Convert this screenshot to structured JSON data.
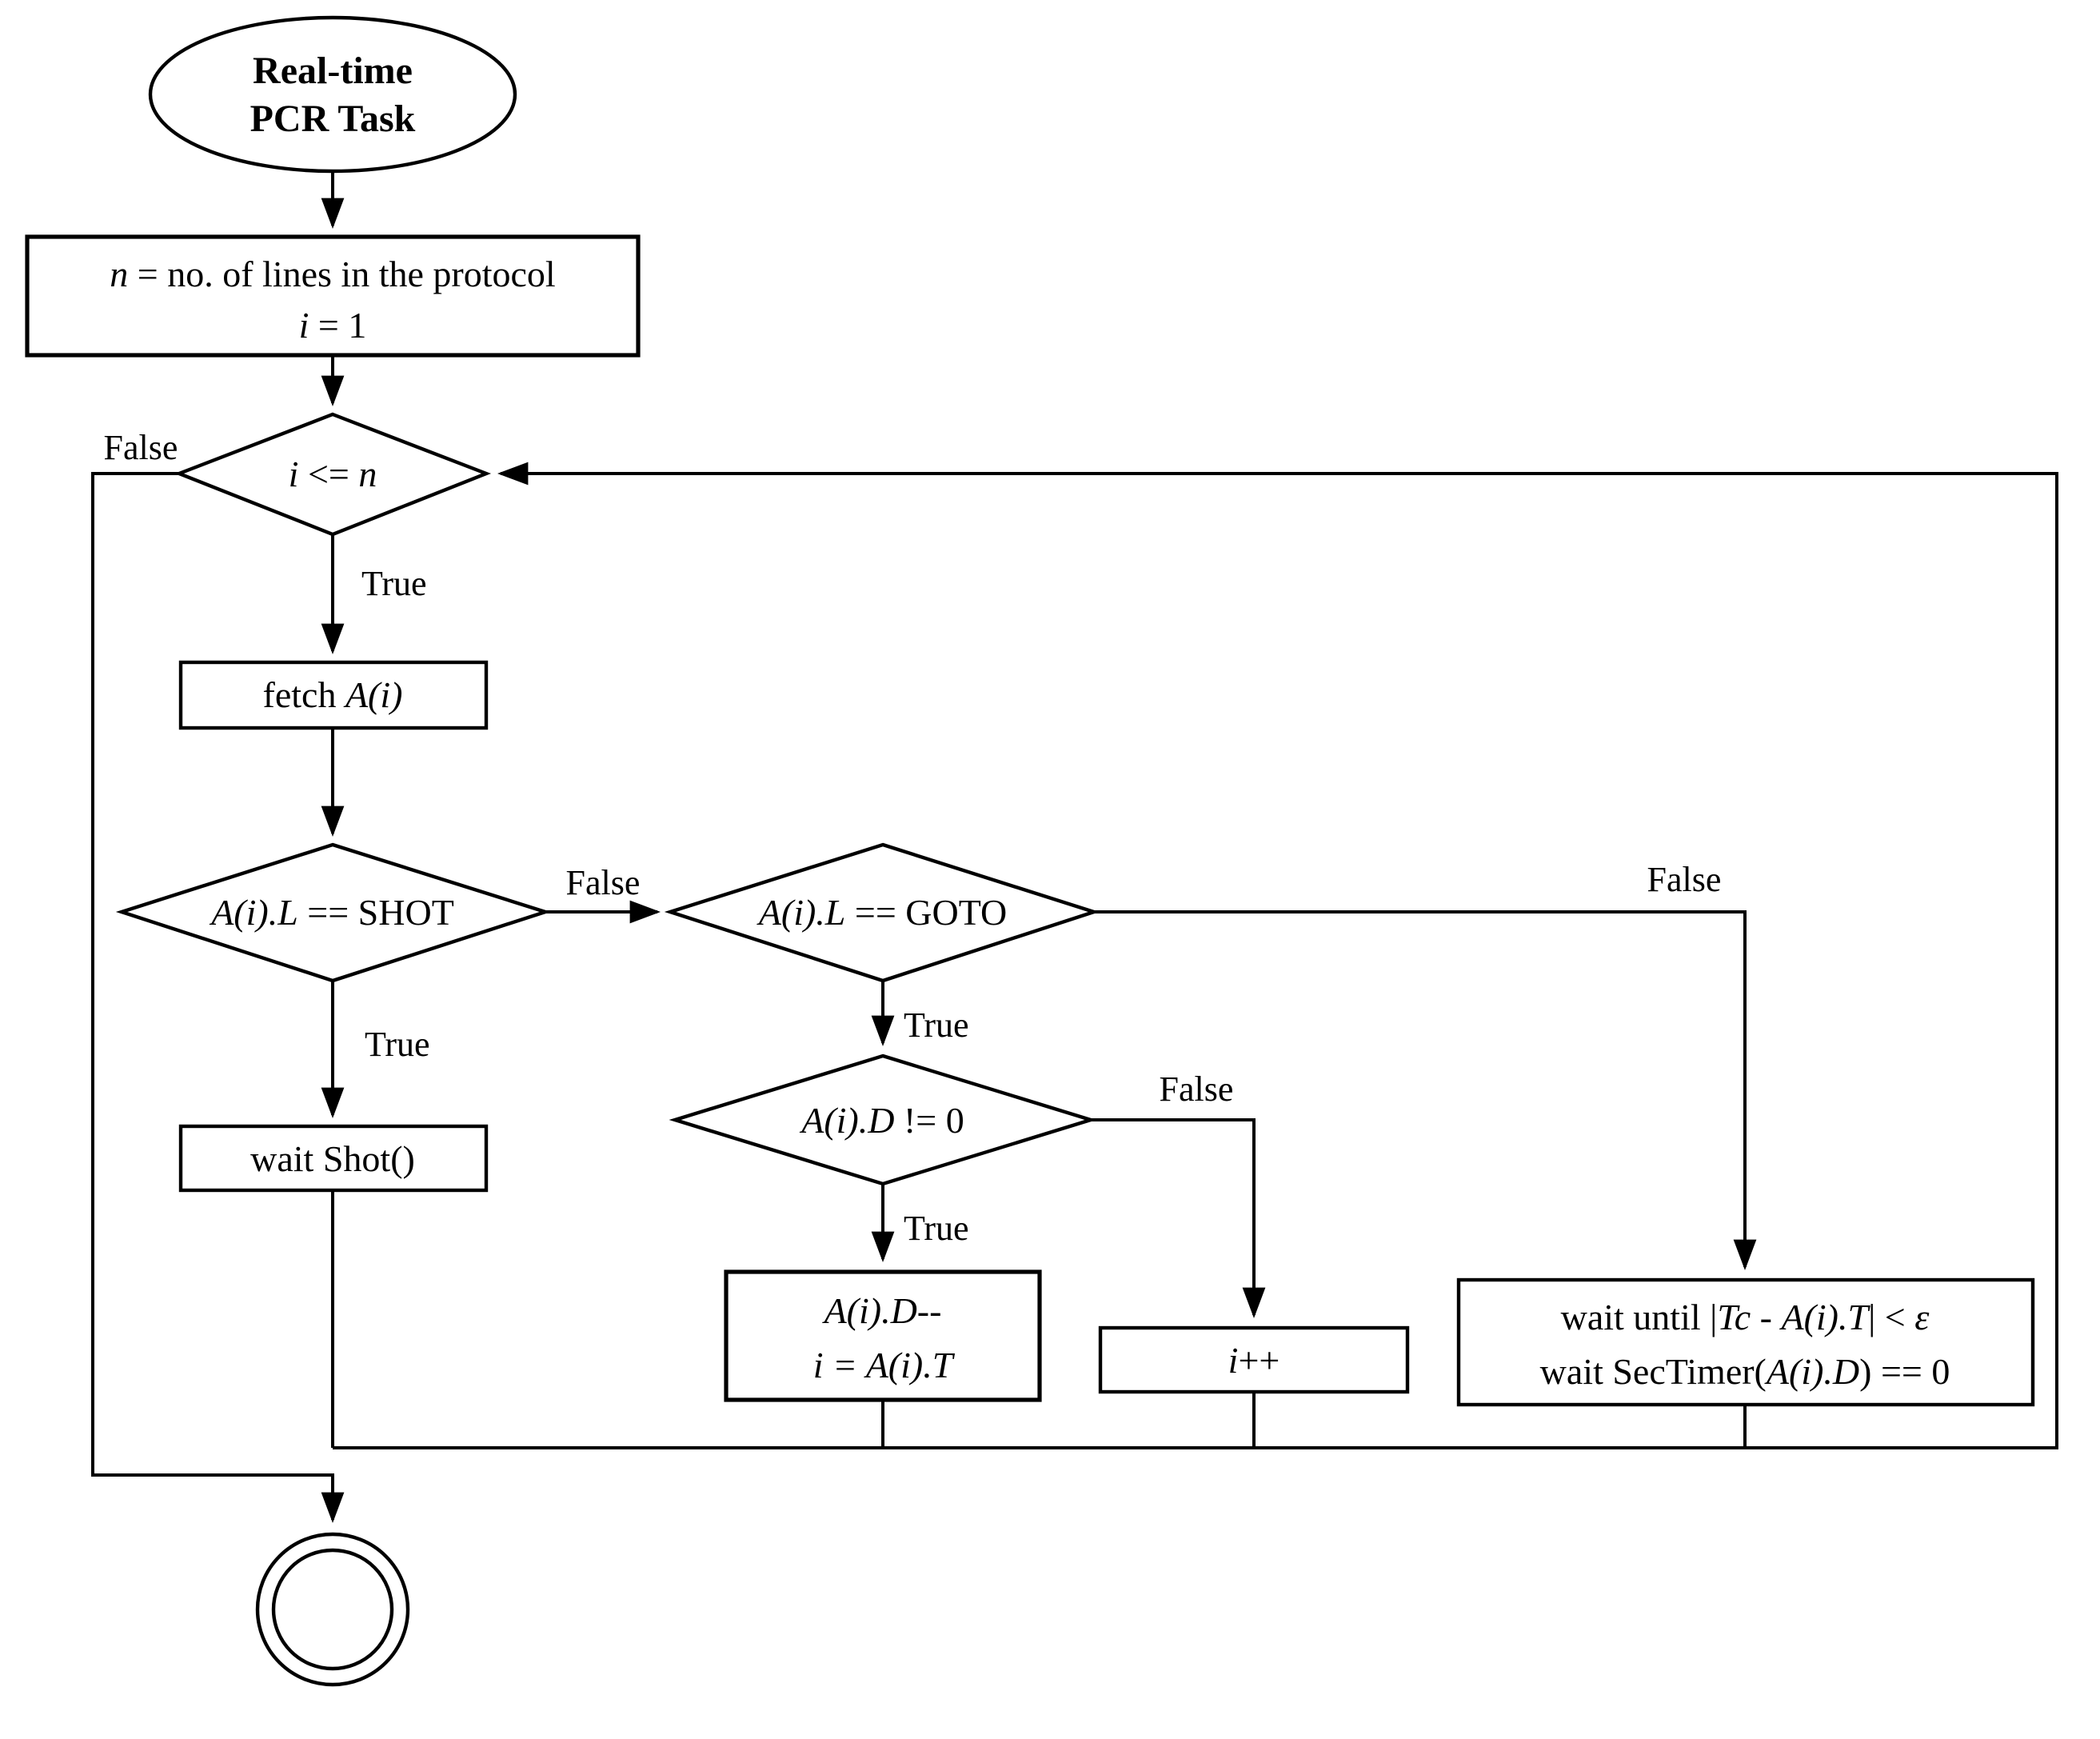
{
  "figure": {
    "kind": "flowchart",
    "background_color": "#ffffff",
    "ink_color": "#000000"
  },
  "nodes": {
    "start": {
      "shape": "terminator-ellipse",
      "line1": "Real-time",
      "line2": "PCR Task"
    },
    "init": {
      "shape": "process-rect",
      "line1": {
        "r0": "n",
        "r1": " = no. of lines in the protocol"
      },
      "line2": {
        "r0": "i",
        "r1": " = 1"
      }
    },
    "loop_condition": {
      "shape": "decision-diamond",
      "label": {
        "r0": "i",
        "r1": " <= ",
        "r2": "n"
      }
    },
    "fetch": {
      "shape": "process-rect",
      "label": {
        "r0": "fetch ",
        "r1": "A(i)"
      }
    },
    "shot_check": {
      "shape": "decision-diamond",
      "label": {
        "r0": "A(i).L",
        "r1": " == SHOT"
      }
    },
    "goto_check": {
      "shape": "decision-diamond",
      "label": {
        "r0": "A(i).L",
        "r1": " == GOTO"
      }
    },
    "delay_check": {
      "shape": "decision-diamond",
      "label": {
        "r0": "A(i).D",
        "r1": " != 0"
      }
    },
    "decrement_jump": {
      "shape": "process-rect",
      "line1": "A(i).D--",
      "line2": "i = A(i).T"
    },
    "increment": {
      "shape": "process-rect",
      "label": {
        "r0": "i",
        "r1": "++"
      }
    },
    "wait_until": {
      "shape": "process-rect",
      "line1": {
        "r0": "wait until |",
        "r1": "Tc",
        "r2": " - ",
        "r3": "A(i).T",
        "r4": "| < ",
        "r5": "ε"
      },
      "line2": {
        "r0": "wait SecTimer(",
        "r1": "A(i).D",
        "r2": ") == 0"
      }
    },
    "wait_shot": {
      "shape": "process-rect",
      "label": "wait Shot()"
    },
    "end": {
      "shape": "terminator-double-circle"
    }
  },
  "edge_labels": {
    "loop_false": "False",
    "loop_true": "True",
    "shot_false": "False",
    "shot_true": "True",
    "goto_false": "False",
    "goto_true": "True",
    "delay_false": "False",
    "delay_true": "True"
  }
}
